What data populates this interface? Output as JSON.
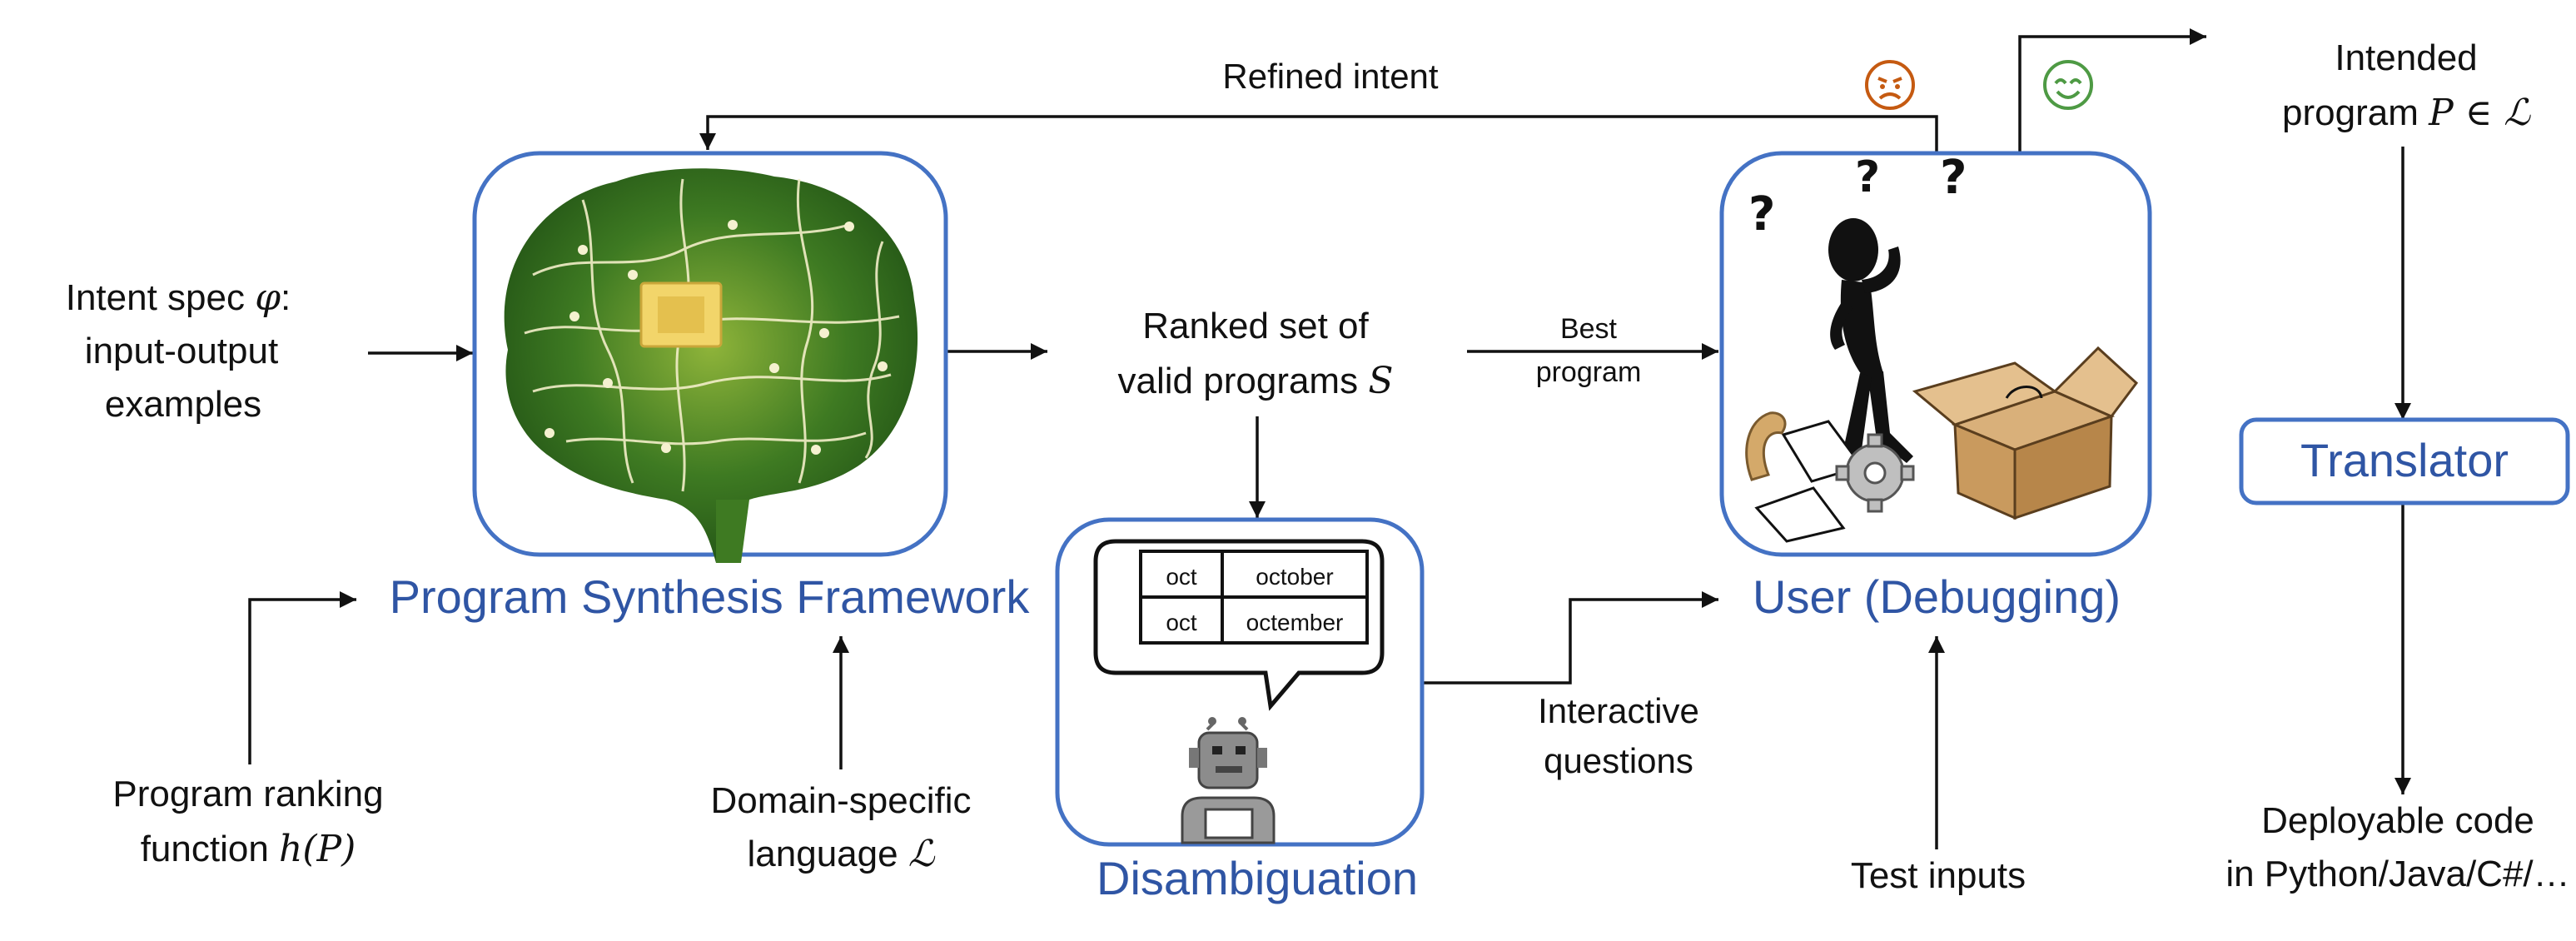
{
  "labels": {
    "refined_intent": "Refined intent",
    "intent_spec_line1": "Intent spec ",
    "intent_spec_symbol": "φ",
    "intent_spec_colon": ":",
    "intent_spec_line2": "input-output",
    "intent_spec_line3": "examples",
    "ranked_line1": "Ranked set of",
    "ranked_line2": "valid programs ",
    "ranked_symbol": "S",
    "best_line1": "Best",
    "best_line2": "program",
    "intended_line1": "Intended",
    "intended_line2": "program ",
    "intended_symbol": "P ∈ ℒ",
    "program_synthesis_framework": "Program Synthesis Framework",
    "user_debugging": "User (Debugging)",
    "translator": "Translator",
    "disambiguation": "Disambiguation",
    "ranking_line1": "Program ranking",
    "ranking_line2": "function ",
    "ranking_symbol": "h(P)",
    "dsl_line1": "Domain-specific",
    "dsl_line2": "language ",
    "dsl_symbol": "ℒ",
    "interactive_line1": "Interactive",
    "interactive_line2": "questions",
    "test_inputs": "Test inputs",
    "deploy_line1": "Deployable code",
    "deploy_line2": "in Python/Java/C#/…"
  },
  "disambiguation_table": [
    [
      "oct",
      "october"
    ],
    [
      "oct",
      "octember"
    ]
  ],
  "icons": {
    "brain": "circuit-brain-image",
    "user": "confused-stick-figure-image",
    "robot": "robot-icon",
    "angry": "angry-face-icon",
    "happy": "smiling-face-icon"
  },
  "colors": {
    "box_border": "#4472C4",
    "title_blue": "#2F55A4",
    "angry": "#C55A11",
    "happy": "#4E9A44"
  }
}
